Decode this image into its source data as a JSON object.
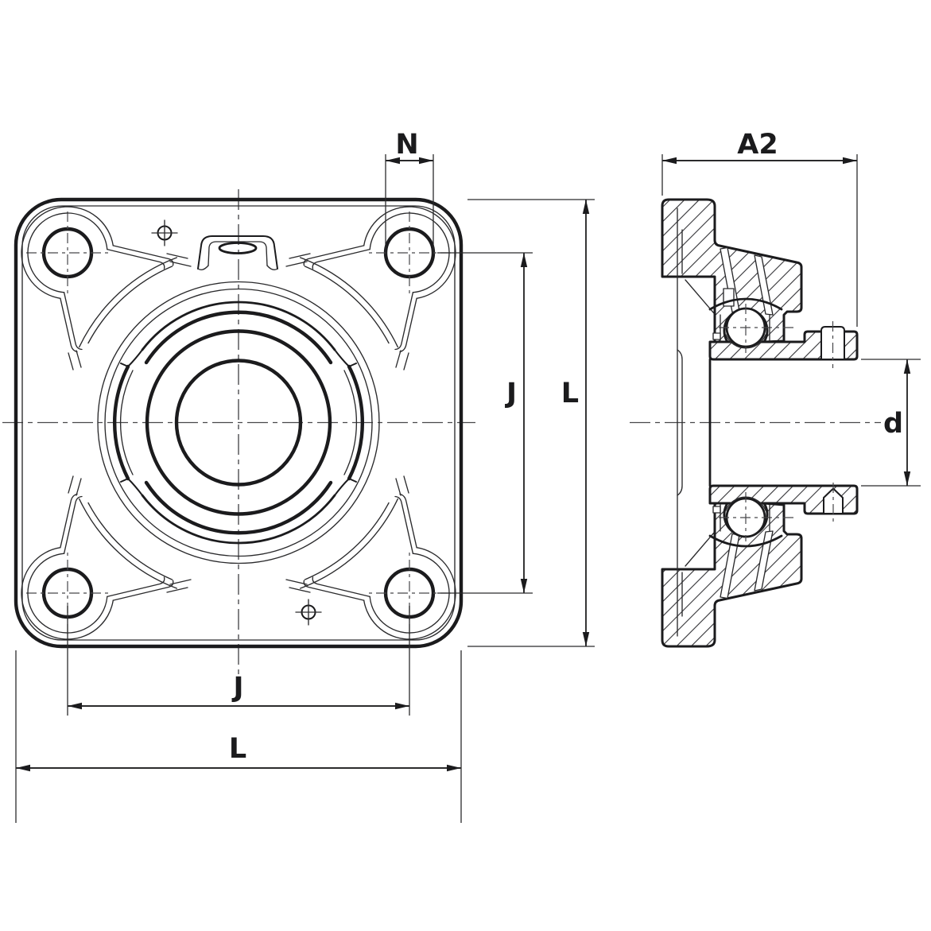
{
  "drawing": {
    "background": "#ffffff",
    "line_color": "#1b1b1d",
    "description": "Two-view technical drawing of a 4-bolt square flange bearing unit",
    "views": {
      "front": {
        "name": "front-view",
        "dims": {
          "bolt_hole_diameter": "N",
          "bolt_spacing_vertical": "J",
          "overall_vertical": "L",
          "bolt_spacing_horizontal": "J",
          "overall_horizontal": "L"
        }
      },
      "section": {
        "name": "section-view",
        "dims": {
          "unit_width": "A2",
          "bore_diameter": "d"
        }
      }
    }
  }
}
